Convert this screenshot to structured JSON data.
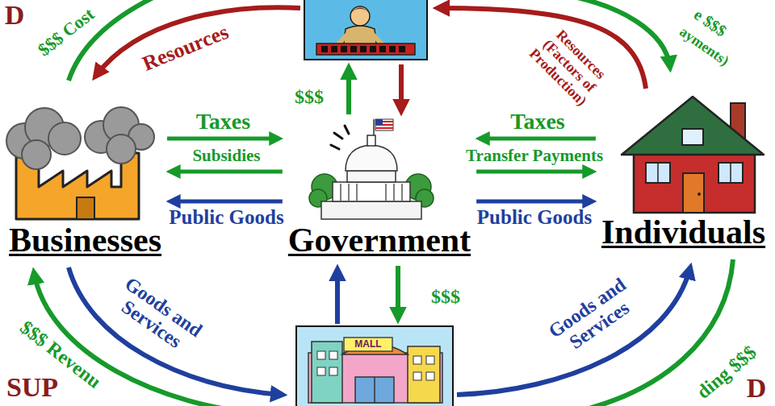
{
  "diagram": {
    "nodes": [
      {
        "text": [
          "Businesses"
        ]
      },
      {
        "text": [
          "Government"
        ]
      },
      {
        "text": [
          "Individuals"
        ]
      }
    ],
    "edges": [
      {
        "from": 0,
        "to": 1,
        "label": "Taxes",
        "arrow": "to"
      },
      {
        "from": 1,
        "to": 0,
        "label": "Subsidies",
        "arrow": "to"
      },
      {
        "from": 1,
        "to": 0,
        "label": "Public Goods",
        "arrow": "to"
      },
      {
        "from": 2,
        "to": 1,
        "label": "Taxes",
        "arrow": "to"
      },
      {
        "from": 1,
        "to": 2,
        "label": "Transfer Payments",
        "arrow": "to"
      },
      {
        "from": 1,
        "to": 2,
        "label": "Public Goods",
        "arrow": "to"
      }
    ],
    "labels": [
      "D",
      "$$$ Cost",
      "Resources",
      "Resources (Factors of Production)",
      "e $$$",
      "ayments)",
      "$$$",
      "$$$",
      "Goods and Services",
      "Goods and Services",
      "$$$ Revenu",
      "SUP",
      "ding $$$",
      "D",
      "MALL"
    ]
  }
}
